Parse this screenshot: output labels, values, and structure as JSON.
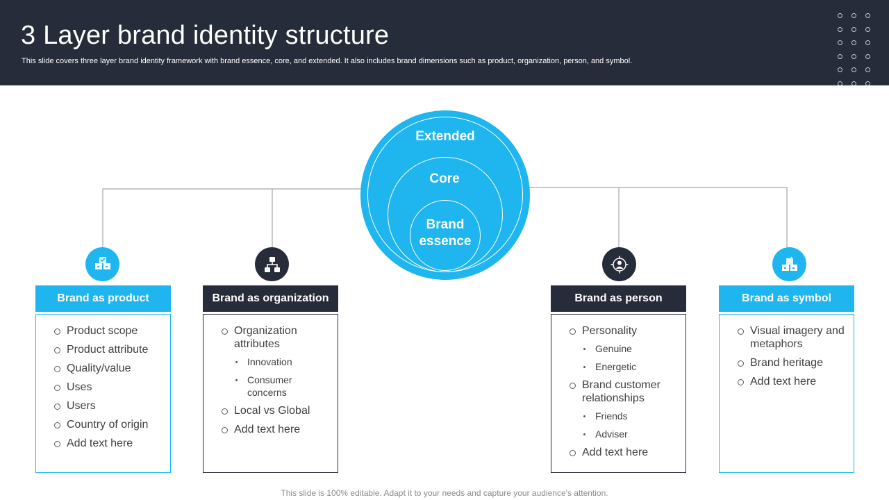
{
  "header": {
    "title": "3 Layer brand identity structure",
    "subtitle": "This slide covers three layer  brand identity framework with brand essence, core, and extended. It also includes brand dimensions such as product, organization, person, and symbol."
  },
  "layers": {
    "extended": "Extended",
    "core": "Core",
    "essence": "Brand\nessence"
  },
  "cards": [
    {
      "title": "Brand as product",
      "icon": "product-boxes-icon",
      "items": [
        {
          "text": "Product scope"
        },
        {
          "text": "Product attribute"
        },
        {
          "text": "Quality/value"
        },
        {
          "text": "Uses"
        },
        {
          "text": "Users"
        },
        {
          "text": "Country  of origin"
        },
        {
          "text": "Add text here"
        }
      ]
    },
    {
      "title": "Brand as organization",
      "icon": "org-chart-icon",
      "items": [
        {
          "text": "Organization attributes",
          "subs": [
            "Innovation",
            "Consumer concerns"
          ]
        },
        {
          "text": "Local vs Global"
        },
        {
          "text": "Add text here"
        }
      ]
    },
    {
      "title": "Brand as person",
      "icon": "person-target-icon",
      "items": [
        {
          "text": "Personality",
          "subs": [
            "Genuine",
            "Energetic"
          ]
        },
        {
          "text": "Brand customer relationships",
          "subs": [
            "Friends",
            "Adviser"
          ]
        },
        {
          "text": "Add text here"
        }
      ]
    },
    {
      "title": "Brand as symbol",
      "icon": "symbol-boxes-icon",
      "items": [
        {
          "text": "Visual imagery and metaphors"
        },
        {
          "text": "Brand heritage"
        },
        {
          "text": "Add text here"
        }
      ]
    }
  ],
  "footer": "This slide is 100% editable. Adapt it to your needs and capture your audience's attention.",
  "colors": {
    "accent": "#1fb5ee",
    "dark": "#262c39"
  }
}
